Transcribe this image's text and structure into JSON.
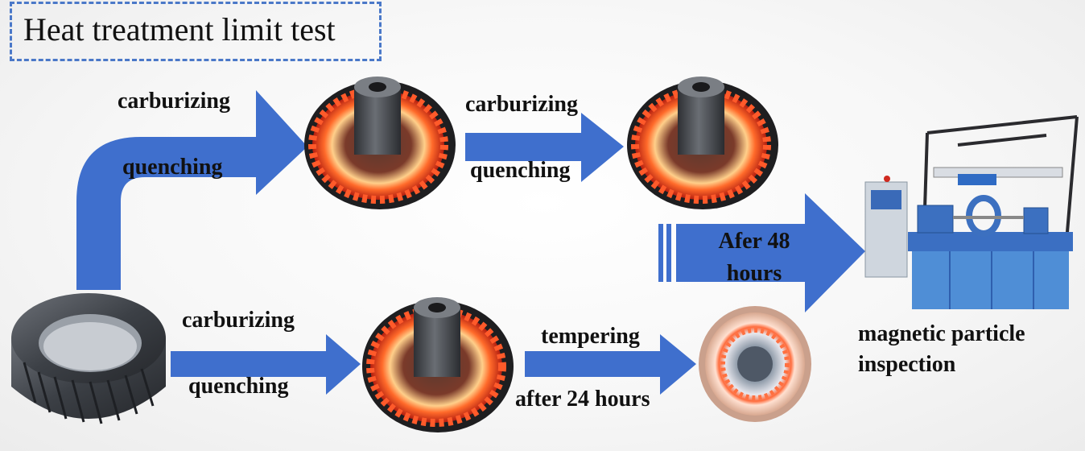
{
  "title": "Heat treatment limit test",
  "labels": {
    "top_left_carburizing": "carburizing",
    "top_left_quenching": "quenching",
    "top_mid_carburizing": "carburizing",
    "top_mid_quenching": "quenching",
    "after48": "Afer 48\nhours",
    "bottom_carburizing": "carburizing",
    "bottom_quenching": "quenching",
    "tempering": "tempering",
    "after24": "after 24 hours",
    "inspection": "magnetic particle\ninspection"
  },
  "colors": {
    "arrow": "#3f6fcd",
    "arrow_dark": "#2f5bb6",
    "glow": "#ff4a1e",
    "glow_inner": "#ffb060",
    "steel": "#4b4f55",
    "machine_blue": "#4f8ed6"
  },
  "icons": {
    "raw_gear": "helical-gear-image",
    "heated_gear": "induction-heated-gear-image",
    "tempered_gear": "tempered-gear-image",
    "machine": "magnetic-particle-inspection-machine-image"
  }
}
